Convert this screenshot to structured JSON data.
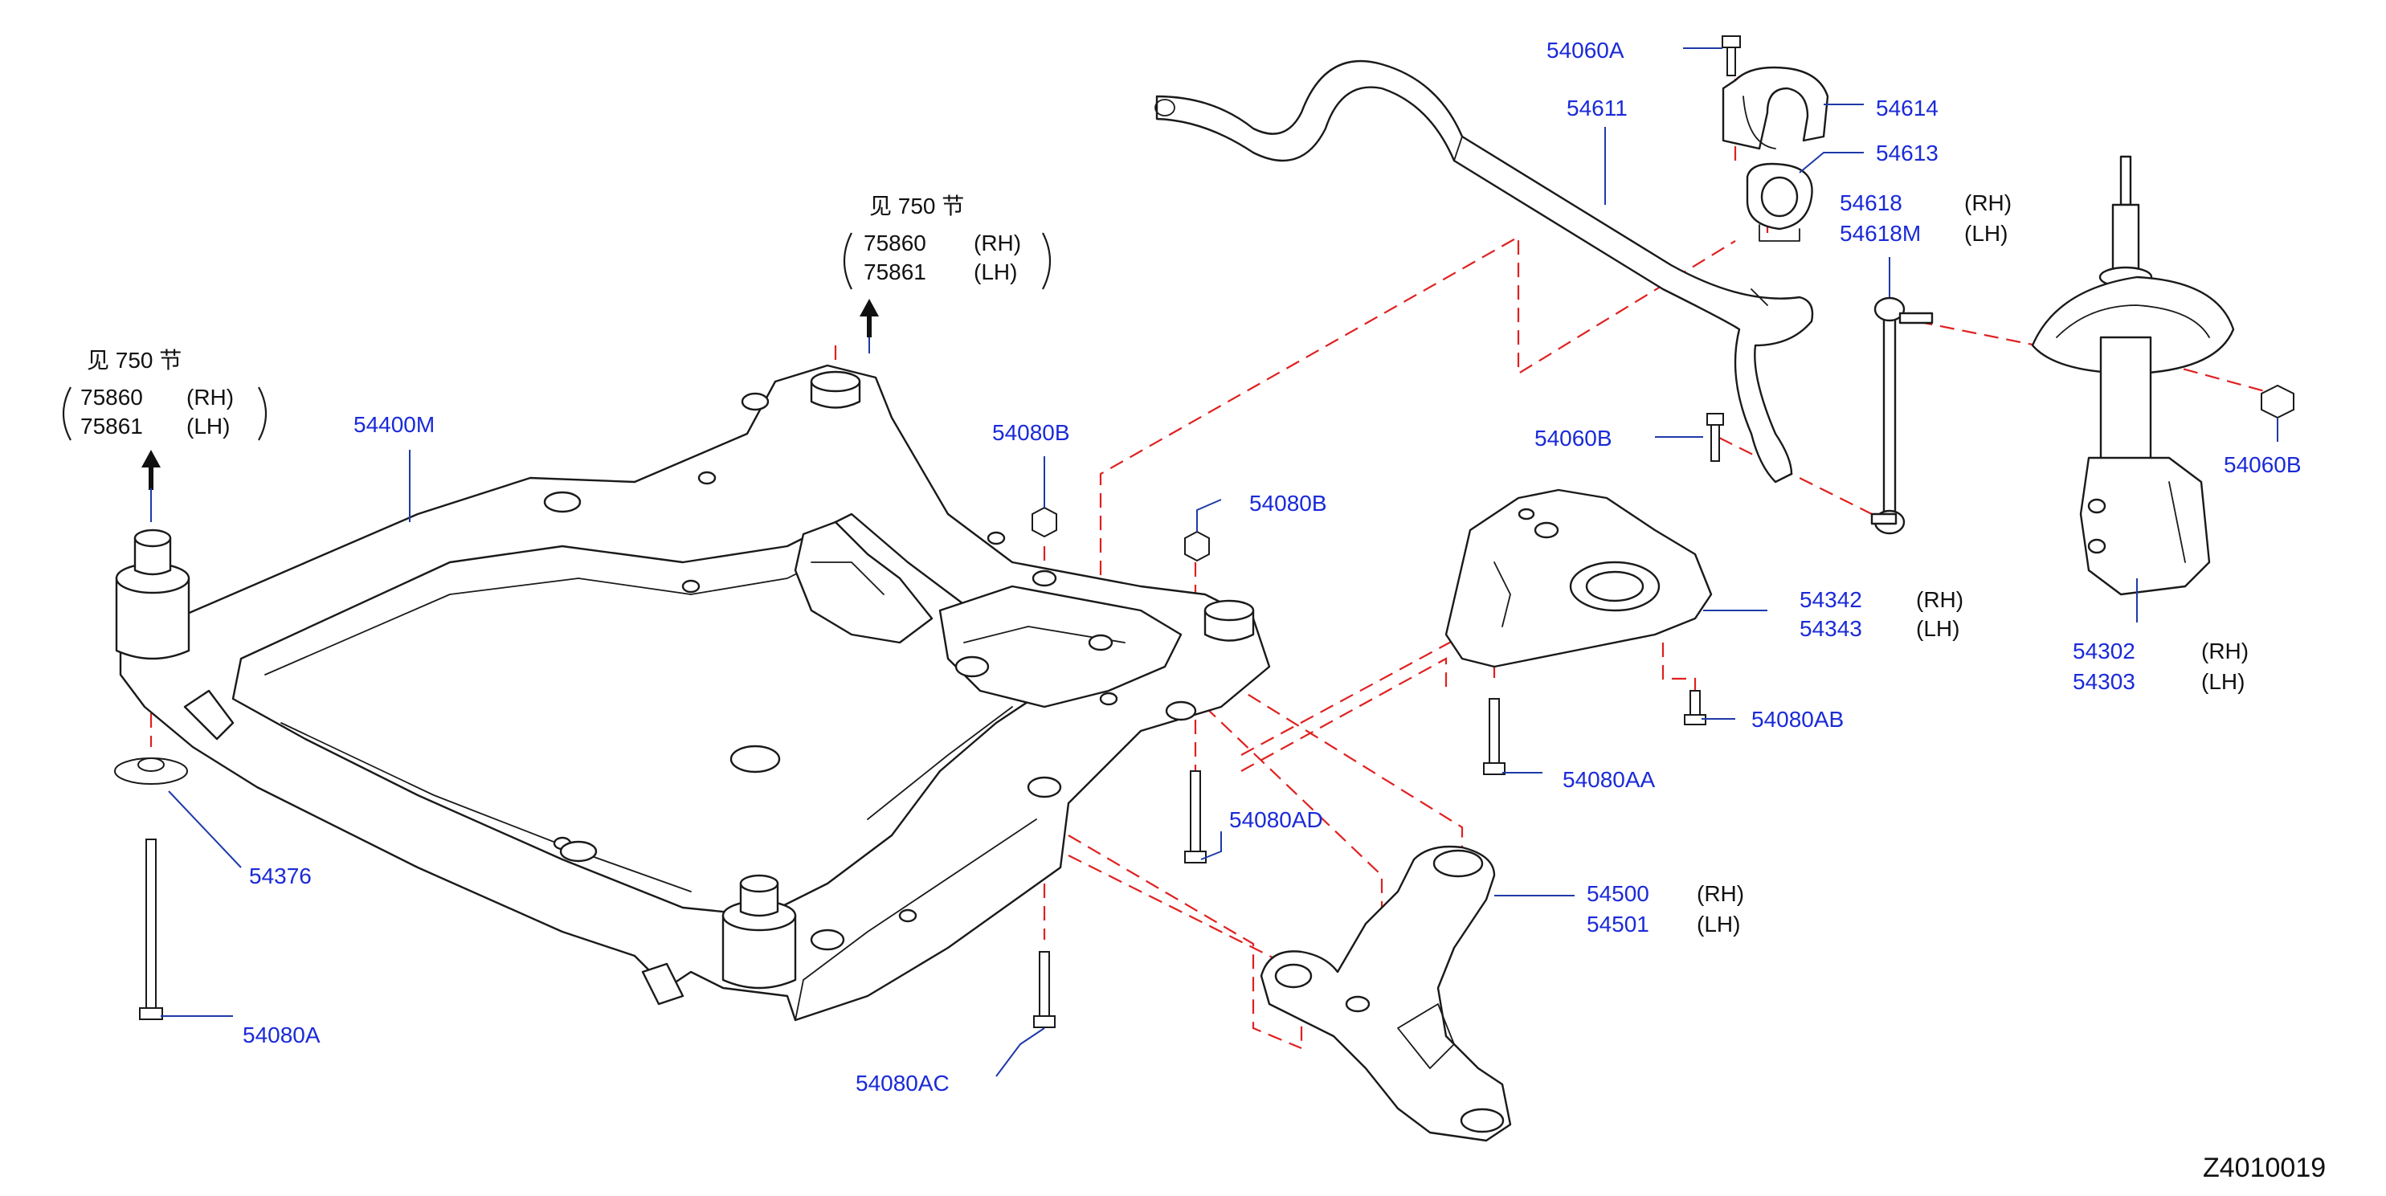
{
  "diagram_id": "Z4010019",
  "references": [
    {
      "title": "见 750 节",
      "part_rh": "75860",
      "side_rh": "(RH)",
      "part_lh": "75861",
      "side_lh": "(LH)"
    },
    {
      "title": "见 750 节",
      "part_rh": "75860",
      "side_rh": "(RH)",
      "part_lh": "75861",
      "side_lh": "(LH)"
    }
  ],
  "parts": {
    "p54060A": "54060A",
    "p54611": "54611",
    "p54614": "54614",
    "p54613": "54613",
    "p54618": "54618",
    "p54618M": "54618M",
    "p54060B_a": "54060B",
    "p54060B_b": "54060B",
    "p54400M": "54400M",
    "p54080B_a": "54080B",
    "p54080B_b": "54080B",
    "p54342": "54342",
    "p54343": "54343",
    "p54302": "54302",
    "p54303": "54303",
    "p54080AB": "54080AB",
    "p54080AA": "54080AA",
    "p54080AD": "54080AD",
    "p54500": "54500",
    "p54501": "54501",
    "p54376": "54376",
    "p54080A": "54080A",
    "p54080AC": "54080AC"
  },
  "sides": {
    "rh": "(RH)",
    "lh": "(LH)"
  },
  "colors": {
    "label": "#1a2ad8",
    "dash": "#e02020",
    "outline": "#1a1a1a"
  }
}
